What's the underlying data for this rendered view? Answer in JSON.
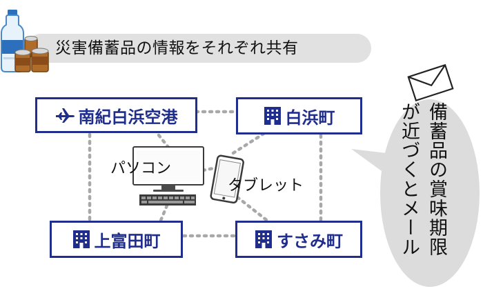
{
  "header": {
    "title": "災害備蓄品の情報をそれぞれ共有"
  },
  "locations": {
    "airport": {
      "label": "南紀白浜空港",
      "icon": "airplane-icon"
    },
    "shirahama": {
      "label": "白浜町",
      "icon": "building-icon"
    },
    "kamitonda": {
      "label": "上富田町",
      "icon": "building-icon"
    },
    "susami": {
      "label": "すさみ町",
      "icon": "building-icon"
    }
  },
  "devices": {
    "pc": {
      "label": "パソコン",
      "icon": "desktop-computer-icon"
    },
    "tablet": {
      "label": "タブレット",
      "icon": "tablet-icon"
    }
  },
  "bubble": {
    "line1": "備蓄品の賞味期限",
    "line2": "が近づくとメール",
    "icon": "envelope-icon"
  },
  "colors": {
    "accent": "#1f2d8c",
    "pill": "#e1e1e1",
    "bubble": "#dcdcdc",
    "dotted_line": "#a8a8a8"
  }
}
